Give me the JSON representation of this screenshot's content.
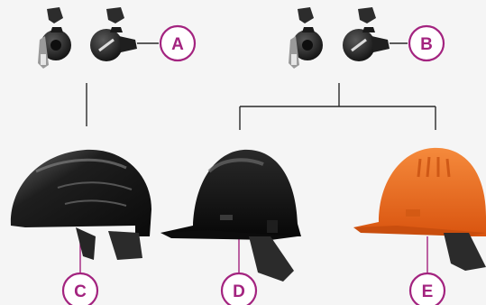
{
  "callouts": {
    "a": "A",
    "b": "B",
    "c": "C",
    "d": "D",
    "e": "E"
  },
  "colors": {
    "accent": "#a3237f",
    "connector": "#2a2a2a",
    "helmet_black": "#141414",
    "helmet_orange": "#ef6a1e",
    "harness": "#2b2b2b",
    "background": "#f5f5f5"
  },
  "icons": {
    "adapter_set_a": "ear-muff-adapter-pair",
    "adapter_set_b": "ear-muff-adapter-pair",
    "helmet_c": "vented-safety-helmet",
    "helmet_d": "cap-style-hard-hat",
    "helmet_e": "vented-cap-style-hard-hat"
  }
}
